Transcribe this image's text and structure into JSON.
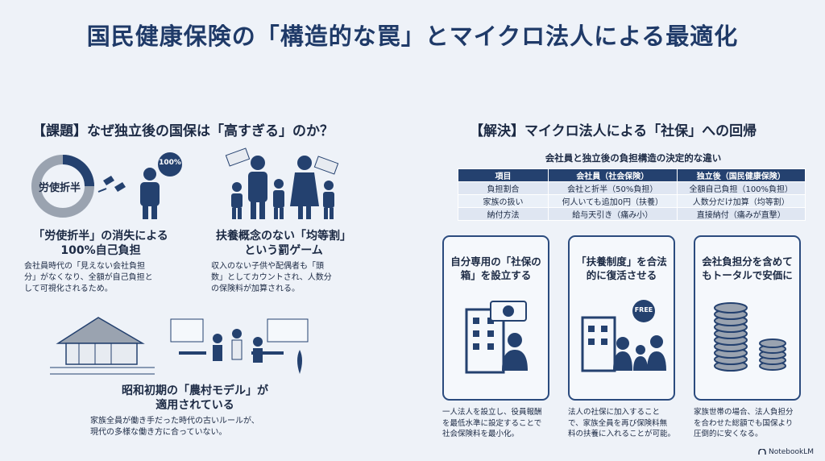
{
  "title": "国民健康保険の「構造的な罠」とマイクロ法人による最適化",
  "left": {
    "heading": "【課題】なぜ独立後の国保は「高すぎる」のか？",
    "donut_label": "労使折半",
    "badge": "100%",
    "block1": {
      "title_line1": "「労使折半」の消失による",
      "title_line2": "100%自己負担",
      "desc_line1": "会社員時代の「見えない会社負担",
      "desc_line2": "分」がなくなり、全額が自己負担と",
      "desc_line3": "して可視化されるため。"
    },
    "block2": {
      "title_line1": "扶養概念のない「均等割」",
      "title_line2": "という罰ゲーム",
      "desc_line1": "収入のない子供や配偶者も「頭",
      "desc_line2": "数」としてカウントされ、人数分",
      "desc_line3": "の保険料が加算される。"
    },
    "block3": {
      "title_line1": "昭和初期の「農村モデル」が",
      "title_line2": "適用されている",
      "desc_line1": "家族全員が働き手だった時代の古いルールが、",
      "desc_line2": "現代の多様な働き方に合っていない。"
    }
  },
  "right": {
    "heading": "【解決】マイクロ法人による「社保」への回帰",
    "table_caption": "会社員と独立後の負担構造の決定的な違い",
    "table": {
      "headers": [
        "項目",
        "会社員（社会保険）",
        "独立後（国民健康保険）"
      ],
      "rows": [
        [
          "負担割合",
          "会社と折半（50%負担）",
          "全額自己負担（100%負担）"
        ],
        [
          "家族の扱い",
          "何人いても追加0円（扶養）",
          "人数分だけ加算（均等割）"
        ],
        [
          "納付方法",
          "給与天引き（痛み小）",
          "直接納付（痛みが直撃）"
        ]
      ]
    },
    "cards": [
      {
        "title_line1": "自分専用の「社保の",
        "title_line2": "箱」を設立する",
        "desc_line1": "一人法人を設立し、役員報酬",
        "desc_line2": "を最低水準に設定することで",
        "desc_line3": "社会保険料を最小化。"
      },
      {
        "title_line1": "「扶養制度」を合法",
        "title_line2": "的に復活させる",
        "badge": "FREE",
        "desc_line1": "法人の社保に加入すること",
        "desc_line2": "で、家族全員を再び保険料無",
        "desc_line3": "料の扶養に入れることが可能。"
      },
      {
        "title_line1": "会社負担分を含めて",
        "title_line2": "もトータルで安価に",
        "desc_line1": "家族世帯の場合、法人負担分",
        "desc_line2": "を合わせた総額でも国保より",
        "desc_line3": "圧倒的に安くなる。"
      }
    ]
  },
  "footer": {
    "logo_text": "NotebookLM"
  },
  "colors": {
    "navy": "#1f3a68",
    "table_header": "#24416f",
    "background": "#eef2f8"
  }
}
